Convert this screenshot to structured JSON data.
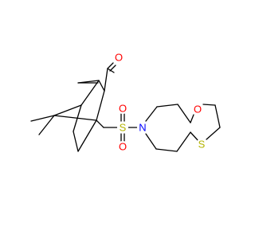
{
  "molecule": {
    "atoms": {
      "O_ketone": {
        "symbol": "O",
        "color": "#ff0000"
      },
      "S_sulfonyl": {
        "symbol": "S",
        "color": "#b3b300"
      },
      "O_sulfonyl_top": {
        "symbol": "O",
        "color": "#ff0000"
      },
      "O_sulfonyl_bottom": {
        "symbol": "O",
        "color": "#ff0000"
      },
      "N_ring": {
        "symbol": "N",
        "color": "#0000ff"
      },
      "O_spiro": {
        "symbol": "O",
        "color": "#ff0000"
      },
      "S_spiro": {
        "symbol": "S",
        "color": "#b3b300"
      }
    },
    "bond_color": "#000000"
  }
}
